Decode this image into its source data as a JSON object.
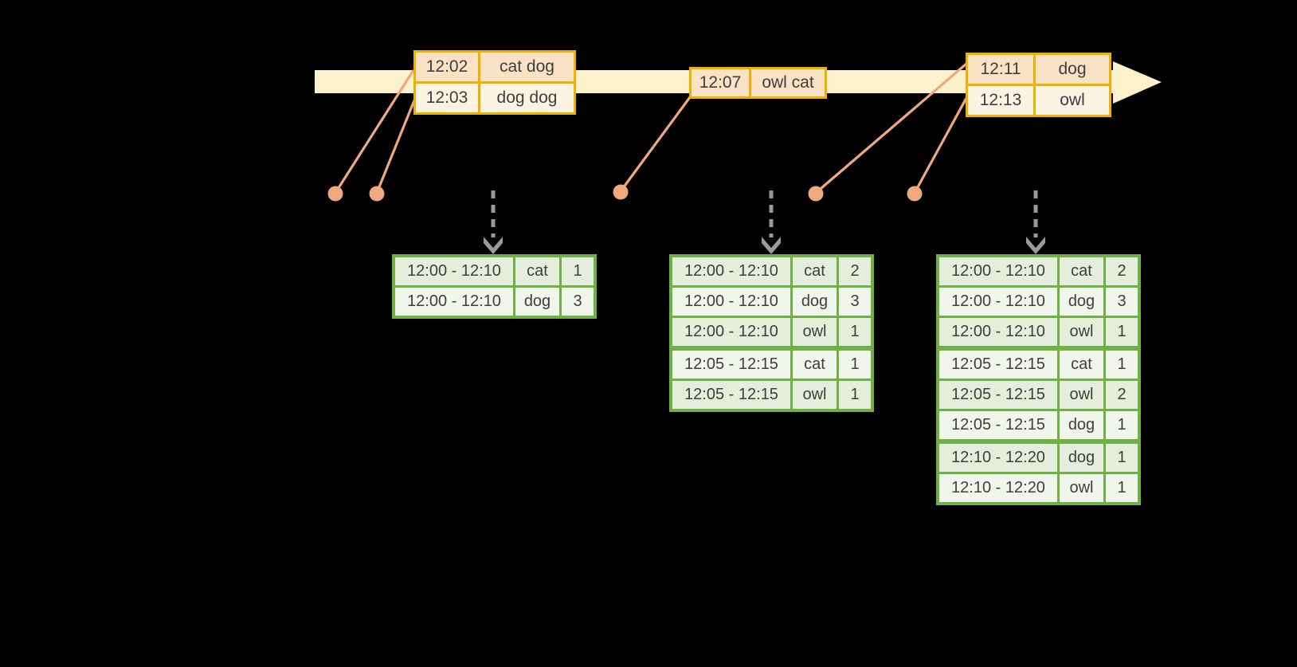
{
  "colors": {
    "background": "#000000",
    "timeline_cream": "#FBF1CD",
    "gold_border": "#F0B000",
    "event_row_dark": "#FAE2C4",
    "event_row_light": "#FDF3E3",
    "salmon_connector": "#F0A87E",
    "green_border": "#6FB243",
    "green_row_dark": "#E5EEDC",
    "green_row_light": "#F1F6EC",
    "arrow_gray": "#9A9A9A",
    "text": "#3E3E3E"
  },
  "icons": {
    "timeline": "right-arrow-band",
    "event_marker": "dot-with-leader-line",
    "trigger": "dashed-down-arrow"
  },
  "timeline": {
    "event_tables": [
      {
        "rows": [
          {
            "time": "12:02",
            "words": "cat dog"
          },
          {
            "time": "12:03",
            "words": "dog dog"
          }
        ]
      },
      {
        "rows": [
          {
            "time": "12:07",
            "words": "owl cat"
          }
        ]
      },
      {
        "rows": [
          {
            "time": "12:11",
            "words": "dog"
          },
          {
            "time": "12:13",
            "words": "owl"
          }
        ]
      }
    ]
  },
  "result_tables": [
    {
      "rows": [
        {
          "window": "12:00 - 12:10",
          "word": "cat",
          "count": "1"
        },
        {
          "window": "12:00 - 12:10",
          "word": "dog",
          "count": "3"
        }
      ]
    },
    {
      "rows": [
        {
          "window": "12:00 - 12:10",
          "word": "cat",
          "count": "2"
        },
        {
          "window": "12:00 - 12:10",
          "word": "dog",
          "count": "3"
        },
        {
          "window": "12:00 - 12:10",
          "word": "owl",
          "count": "1"
        },
        {
          "window": "12:05 - 12:15",
          "word": "cat",
          "count": "1"
        },
        {
          "window": "12:05 - 12:15",
          "word": "owl",
          "count": "1"
        }
      ]
    },
    {
      "rows": [
        {
          "window": "12:00 - 12:10",
          "word": "cat",
          "count": "2"
        },
        {
          "window": "12:00 - 12:10",
          "word": "dog",
          "count": "3"
        },
        {
          "window": "12:00 - 12:10",
          "word": "owl",
          "count": "1"
        },
        {
          "window": "12:05 - 12:15",
          "word": "cat",
          "count": "1"
        },
        {
          "window": "12:05 - 12:15",
          "word": "owl",
          "count": "2"
        },
        {
          "window": "12:05 - 12:15",
          "word": "dog",
          "count": "1"
        },
        {
          "window": "12:10 - 12:20",
          "word": "dog",
          "count": "1"
        },
        {
          "window": "12:10 - 12:20",
          "word": "owl",
          "count": "1"
        }
      ]
    }
  ]
}
